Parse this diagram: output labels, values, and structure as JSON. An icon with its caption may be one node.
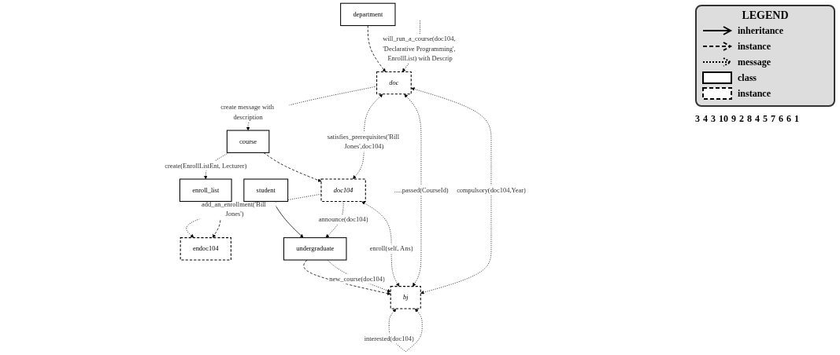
{
  "diagram": {
    "nodes": [
      {
        "text": [
          "enroll_list"
        ]
      },
      {
        "text": [
          "department"
        ]
      },
      {
        "text": [
          "course"
        ]
      },
      {
        "text": [
          "student"
        ]
      },
      {
        "text": [
          "endoc104"
        ]
      },
      {
        "text": [
          "doc"
        ]
      },
      {
        "text": [
          "doc104"
        ]
      },
      {
        "text": [
          "undergraduate"
        ]
      },
      {
        "text": [
          "bj"
        ]
      }
    ],
    "edges": [
      {
        "from": 2,
        "to": 0,
        "arrow": "to",
        "label": "create(EnrollListEnt, Lecturer)",
        "style": "dashed"
      },
      {
        "from": 6,
        "to": 4,
        "arrow": "to",
        "label": "add_an_enrollment('Bill Jones')",
        "style": "dashed"
      },
      {
        "from": 0,
        "to": 4,
        "arrow": "to",
        "style": "dashed"
      },
      {
        "from": 1,
        "to": 5,
        "arrow": "to",
        "style": "dashed"
      },
      {
        "from": 5,
        "to": 2,
        "arrow": "to",
        "label": "create message with description",
        "style": "dashed"
      },
      {
        "from": 2,
        "to": 6,
        "arrow": "to",
        "style": "dashed"
      },
      {
        "from": 3,
        "to": 7,
        "arrow": "to"
      },
      {
        "from": 6,
        "to": 7,
        "arrow": "to",
        "label": "announce(doc104)",
        "style": "dashed"
      },
      {
        "from": 7,
        "to": 8,
        "arrow": "to",
        "style": "dashed"
      },
      {
        "from": 7,
        "to": 8,
        "arrow": "to",
        "label": "new_course(doc104)",
        "style": "dashed"
      },
      {
        "from": 6,
        "to": 5,
        "arrow": "both",
        "label": "satisfies_prerequisites('Bill Jones',doc104)",
        "style": "dashed"
      },
      {
        "from": 6,
        "to": 8,
        "arrow": "both",
        "label": "enroll(self, Ans)",
        "style": "dashed"
      },
      {
        "from": 5,
        "to": 8,
        "arrow": "both",
        "label": ".....passed(CourseId)",
        "style": "dashed"
      },
      {
        "from": 8,
        "to": 8,
        "arrow": "both",
        "label": "interested(doc104)",
        "style": "dashed"
      },
      {
        "from": 5,
        "to": 8,
        "arrow": "both",
        "label": "compulsory(doc104,Year)",
        "style": "dashed"
      },
      {
        "from": null,
        "to": 5,
        "arrow": "to",
        "label": "will_run_a_course(doc104, 'Declarative Programming', EnrollList) with Descrip",
        "style": "dashed"
      }
    ],
    "labels": [
      "3",
      "4",
      "3",
      "10",
      "9",
      "2",
      "8",
      "4",
      "5",
      "7",
      "6",
      "6",
      "1",
      "LEGEND"
    ],
    "legend": [
      {
        "text": "inheritance"
      },
      {
        "text": "instance"
      },
      {
        "text": "message"
      },
      {
        "text": "class"
      },
      {
        "text": "instance"
      }
    ]
  }
}
